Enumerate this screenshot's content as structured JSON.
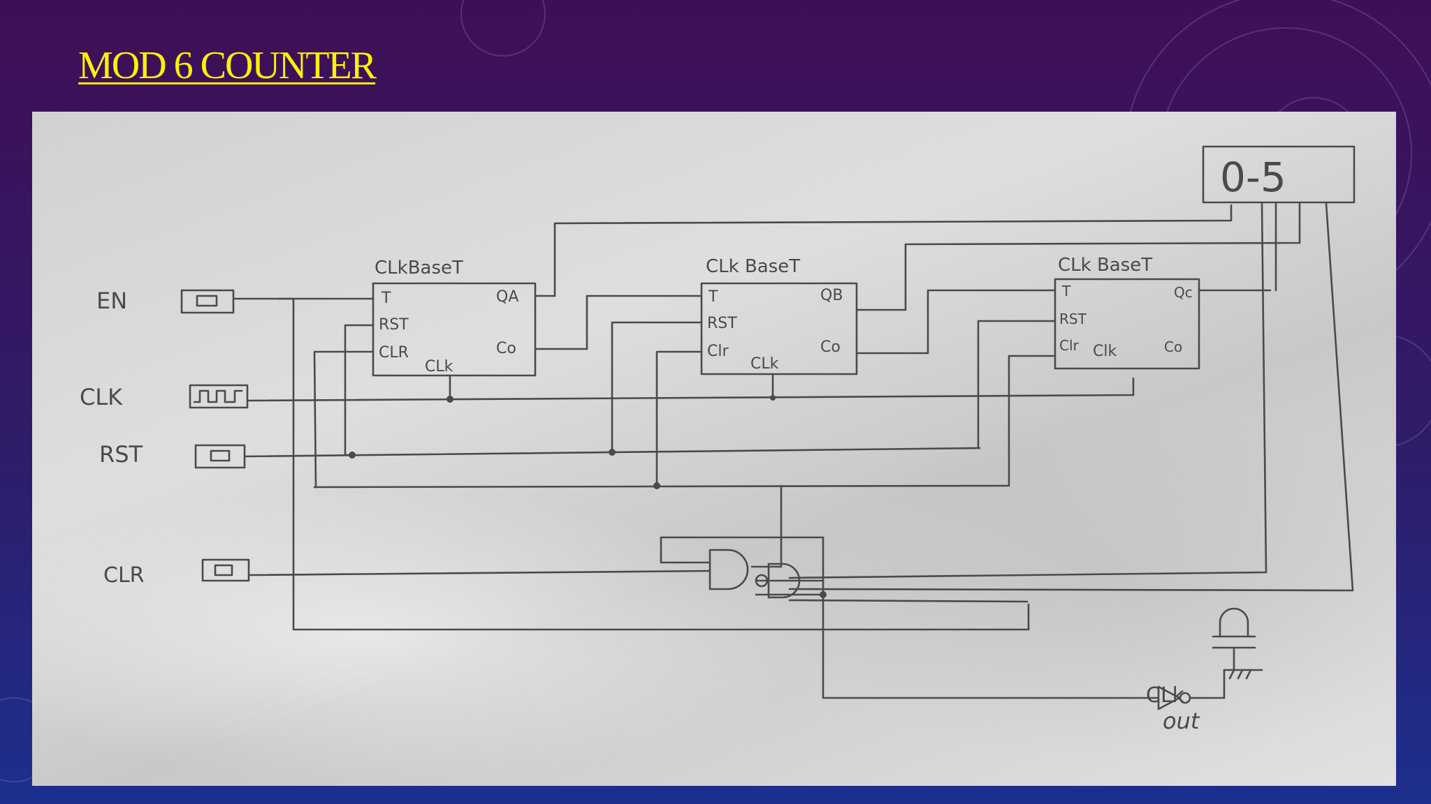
{
  "slide": {
    "title": "MOD 6 COUNTER"
  },
  "diagram": {
    "counters": [
      {
        "title": "CLkBaseT",
        "pin_t": "T",
        "pin_rst": "RST",
        "pin_clr": "CLR",
        "pin_clk": "CLk",
        "pin_q": "QA",
        "pin_co": "Co"
      },
      {
        "title": "CLk BaseT",
        "pin_t": "T",
        "pin_rst": "RST",
        "pin_clr": "Clr",
        "pin_clk": "CLk",
        "pin_q": "QB",
        "pin_co": "Co"
      },
      {
        "title": "CLk BaseT",
        "pin_t": "T",
        "pin_rst": "RST",
        "pin_clr": "Clr",
        "pin_clk": "Clk",
        "pin_q": "Qc",
        "pin_co": "Co"
      }
    ],
    "inputs": {
      "en": "EN",
      "clk": "CLK",
      "rst": "RST",
      "clr": "CLR"
    },
    "display": "0-5",
    "clk_out": {
      "line1": "CLk",
      "line2": "out"
    }
  },
  "colors": {
    "title": "#fff200",
    "ink": "#4a4a4a",
    "paper": "#d8d7d6"
  }
}
